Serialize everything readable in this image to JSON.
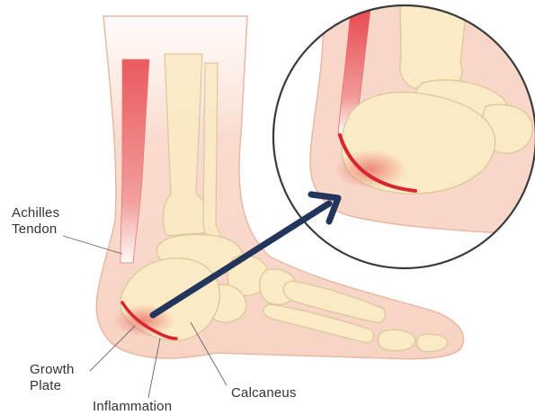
{
  "labels": {
    "achilles_line1": "Achilles",
    "achilles_line2": "Tendon",
    "growth_line1": "Growth",
    "growth_line2": "Plate",
    "inflammation": "Inflammation",
    "calcaneus": "Calcaneus"
  },
  "colors": {
    "skin": "#f8d6c8",
    "skin_outline": "#eab7a6",
    "bone": "#fbeac6",
    "bone_outline": "#dcc79a",
    "tendon": "#e84a52",
    "inflammation": "#d7262e",
    "arrow": "#22355c",
    "label": "#333333",
    "leader_line": "#666666",
    "magnifier_ring": "#3a3a3a"
  }
}
